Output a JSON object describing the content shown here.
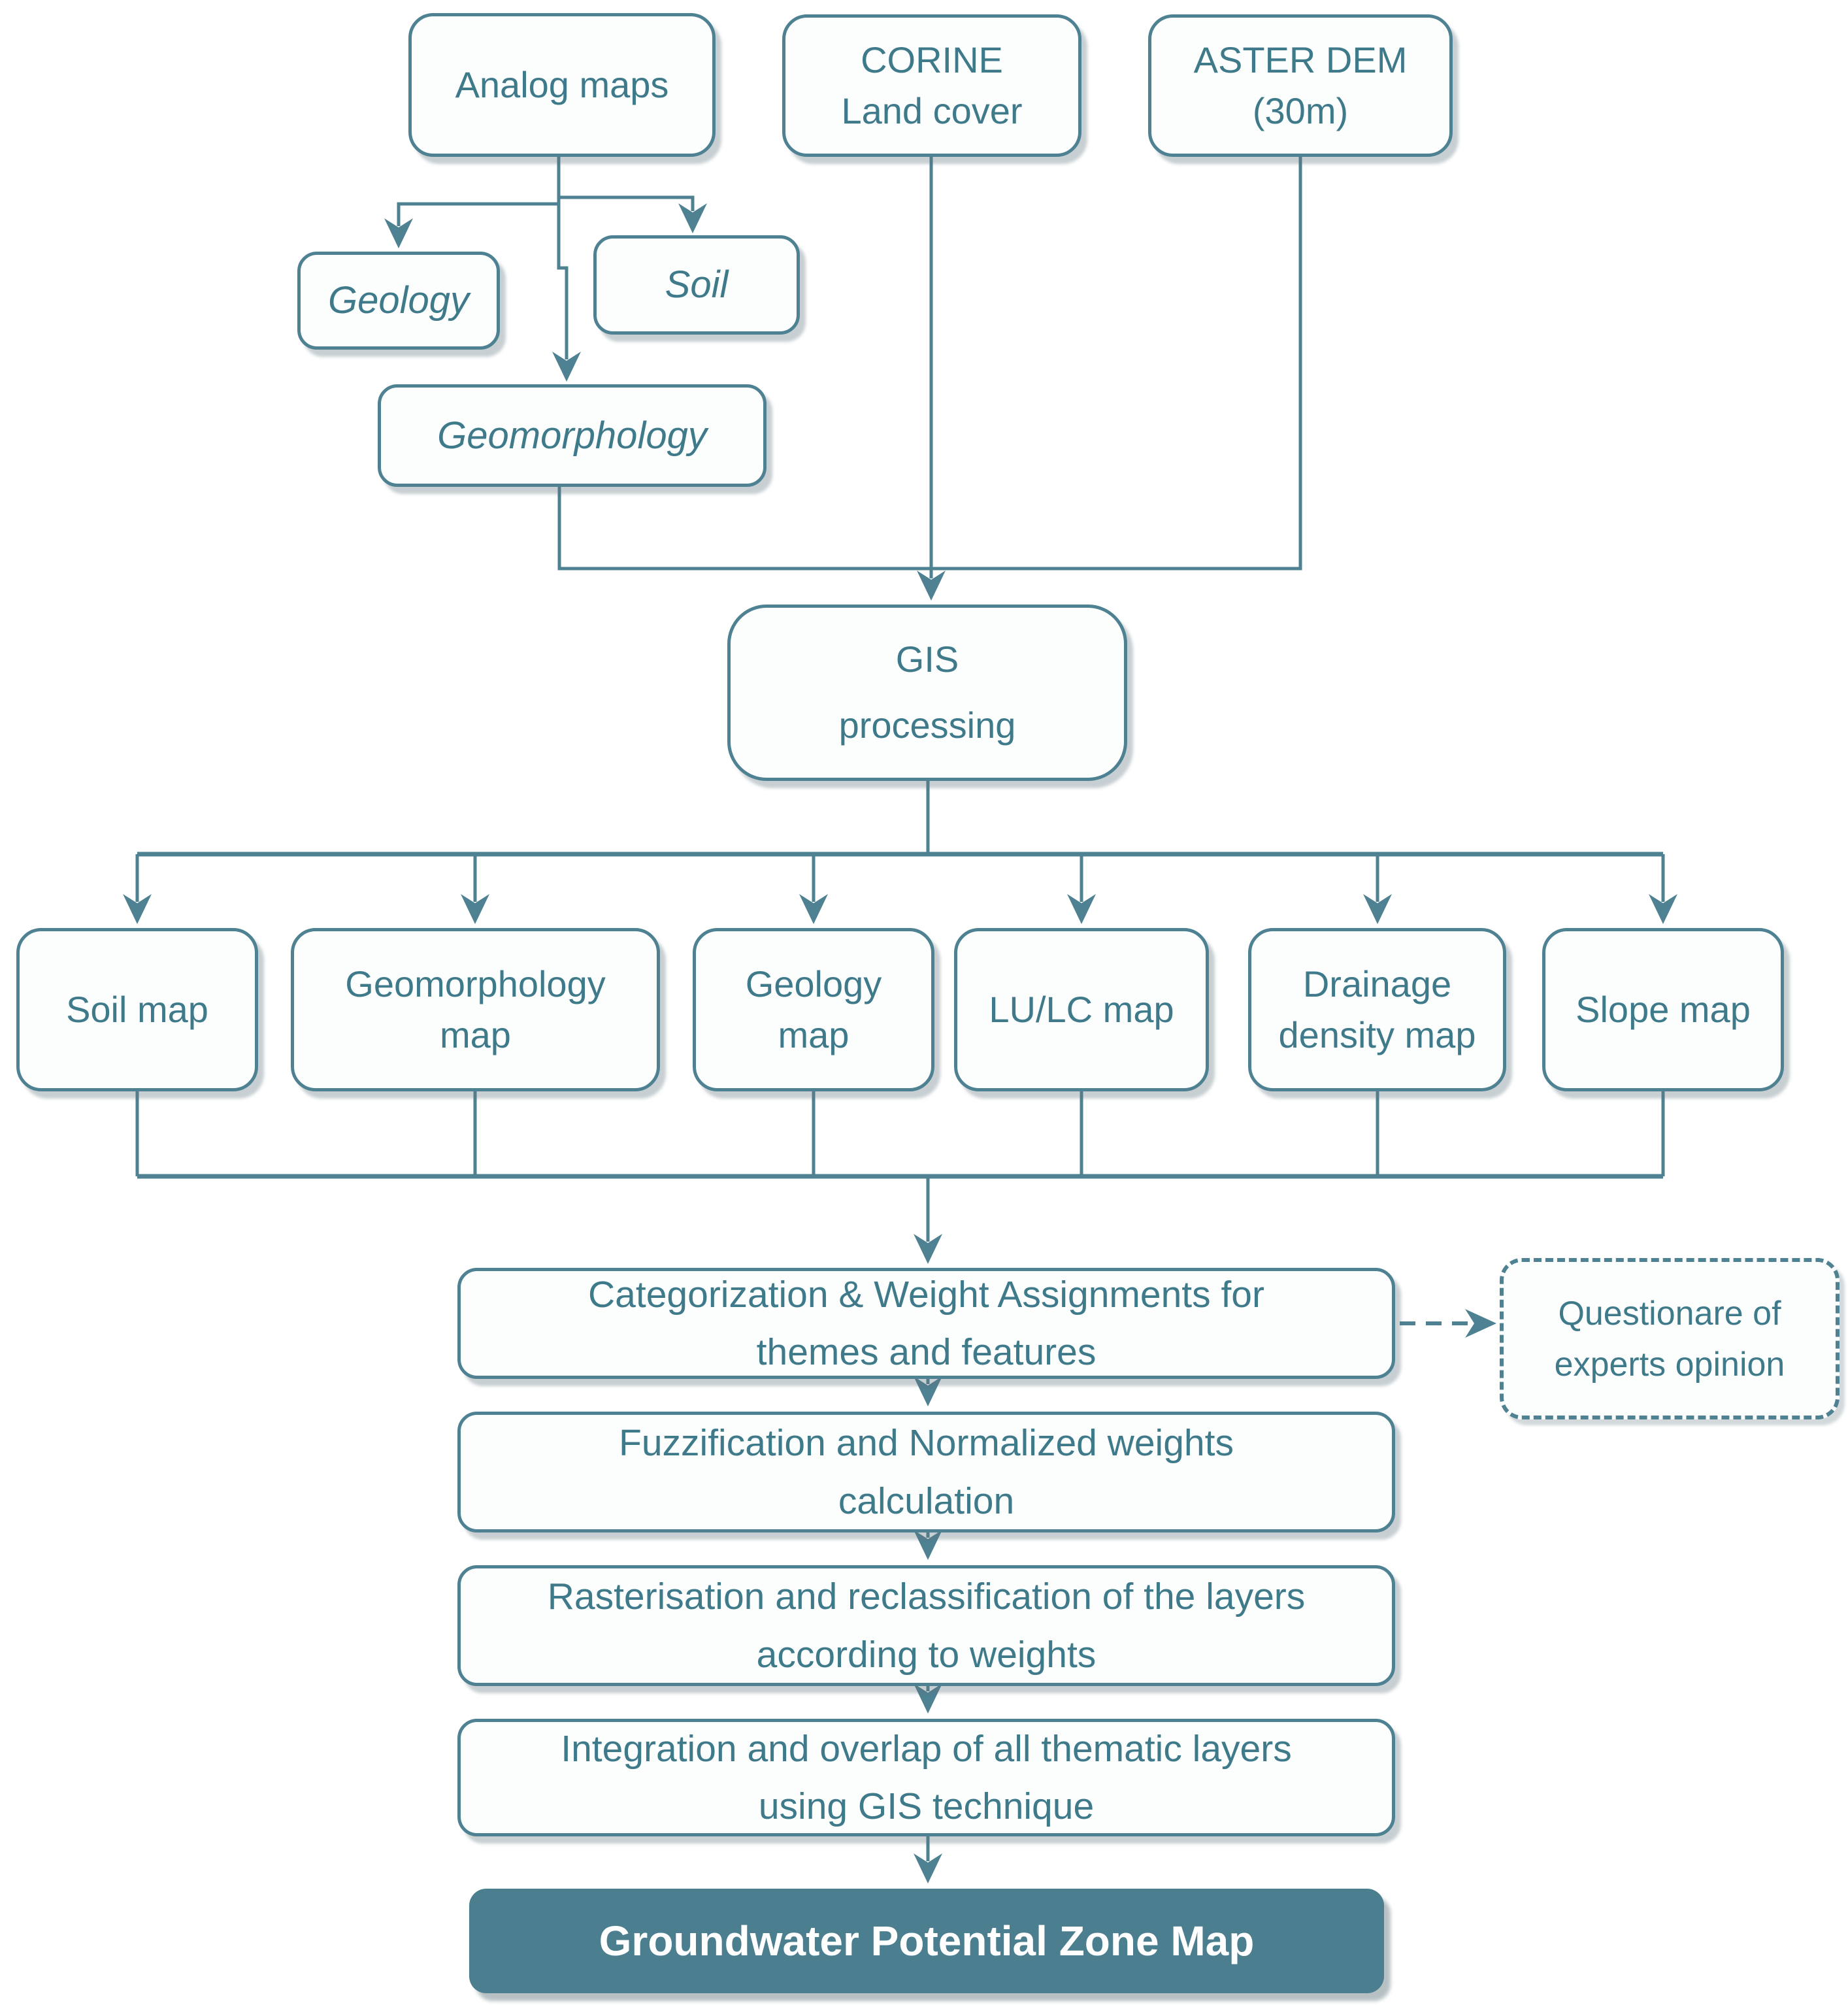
{
  "colors": {
    "line": "#4e8191",
    "text": "#3f7a8b",
    "final_bg": "#4b7e8e",
    "final_text": "#ffffff",
    "box_bg": "#fcfdfd"
  },
  "nodes": {
    "analog_maps": {
      "label": "Analog maps"
    },
    "corine": {
      "label": "CORINE\nLand cover"
    },
    "aster_dem": {
      "label": "ASTER DEM\n(30m)"
    },
    "geology": {
      "label": "Geology"
    },
    "soil": {
      "label": "Soil"
    },
    "geomorphology": {
      "label": "Geomorphology"
    },
    "gis_processing": {
      "label": "GIS\nprocessing"
    },
    "soil_map": {
      "label": "Soil map"
    },
    "geomorphology_map": {
      "label": "Geomorphology\nmap"
    },
    "geology_map": {
      "label": "Geology\nmap"
    },
    "lulc_map": {
      "label": "LU/LC map"
    },
    "drainage_density_map": {
      "label": "Drainage\ndensity map"
    },
    "slope_map": {
      "label": "Slope map"
    },
    "categorization": {
      "label": "Categorization & Weight Assignments for\nthemes and features"
    },
    "questionnaire": {
      "label": "Questionare of\nexperts opinion"
    },
    "fuzzification": {
      "label": "Fuzzification and Normalized weights\ncalculation"
    },
    "rasterisation": {
      "label": "Rasterisation and reclassification of the layers\naccording to weights"
    },
    "integration": {
      "label": "Integration and overlap of all thematic layers\nusing GIS technique"
    },
    "final_map": {
      "label": "Groundwater Potential Zone Map"
    }
  },
  "edges": [
    "analog_maps -> geology",
    "analog_maps -> soil",
    "analog_maps -> geomorphology",
    "geomorphology -> gis_processing",
    "corine -> gis_processing",
    "aster_dem -> gis_processing",
    "gis_processing -> soil_map",
    "gis_processing -> geomorphology_map",
    "gis_processing -> geology_map",
    "gis_processing -> lulc_map",
    "gis_processing -> drainage_density_map",
    "gis_processing -> slope_map",
    "all_maps -> categorization",
    "categorization -> questionnaire (dashed)",
    "categorization -> fuzzification",
    "fuzzification -> rasterisation",
    "rasterisation -> integration",
    "integration -> final_map"
  ]
}
